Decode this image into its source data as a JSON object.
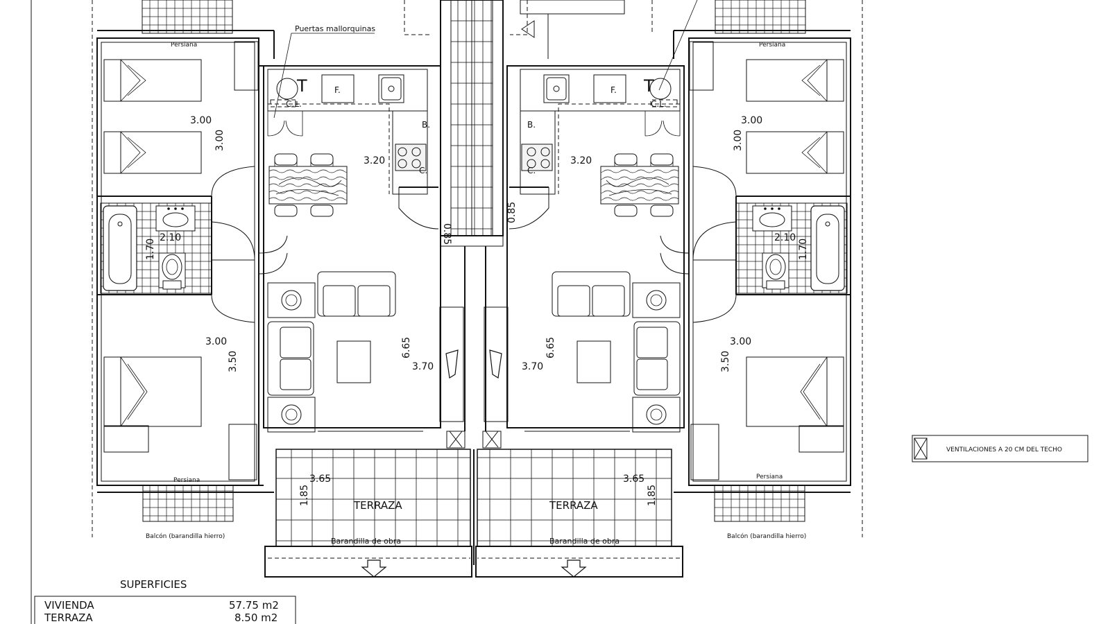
{
  "labels": {
    "puertas": "Puertas mallorquinas",
    "persiana": "Persiana",
    "balcon": "Balcón (barandilla hierro)",
    "terraza": "TERRAZA",
    "barandilla": "Barandilla de obra",
    "tv": "T",
    "cl": "C.L.",
    "f": "F.",
    "b": "B.",
    "c": "C."
  },
  "dims": {
    "d300": "3.00",
    "d320": "3.20",
    "d210": "2.10",
    "d170": "1.70",
    "d350": "3.50",
    "d665": "6.65",
    "d370": "3.70",
    "d085": "0.85",
    "d365": "3.65",
    "d185": "1.85"
  },
  "legend": {
    "text": "VENTILACIONES A 20 CM DEL TECHO"
  },
  "superficies": {
    "title": "SUPERFICIES",
    "rows": [
      {
        "label": "VIVIENDA",
        "value": "57.75 m2"
      },
      {
        "label": "TERRAZA",
        "value": "8.50 m2"
      }
    ]
  }
}
